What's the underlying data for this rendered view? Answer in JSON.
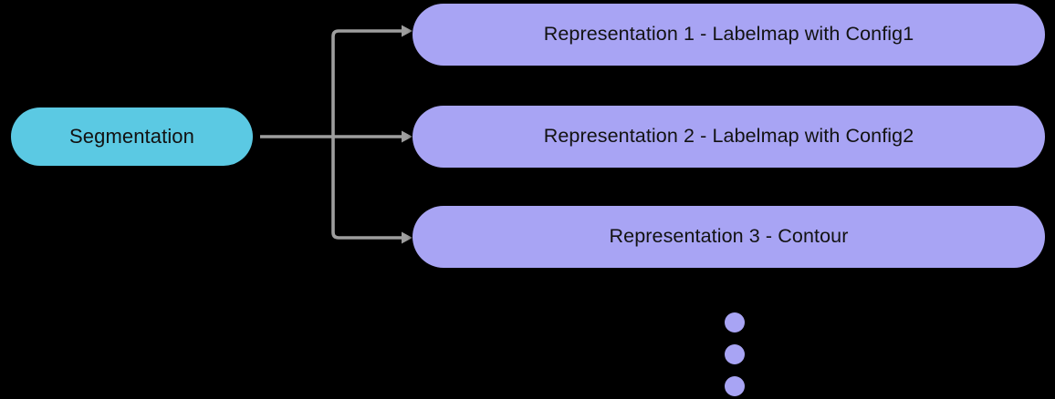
{
  "diagram": {
    "background_color": "#000000",
    "source_node": {
      "label": "Segmentation",
      "color": "#5bc9e3"
    },
    "representation_nodes": [
      {
        "label": "Representation 1 - Labelmap with Config1",
        "color": "#a8a4f4"
      },
      {
        "label": "Representation 2 - Labelmap with Config2",
        "color": "#a8a4f4"
      },
      {
        "label": "Representation 3 - Contour",
        "color": "#a8a4f4"
      }
    ],
    "connector": {
      "color": "#9e9e9e",
      "style": "orthogonal-branching-arrows"
    },
    "ellipsis": {
      "icon": "vertical-ellipsis-icon",
      "dot_count": 3,
      "color": "#a8a4f4"
    }
  }
}
